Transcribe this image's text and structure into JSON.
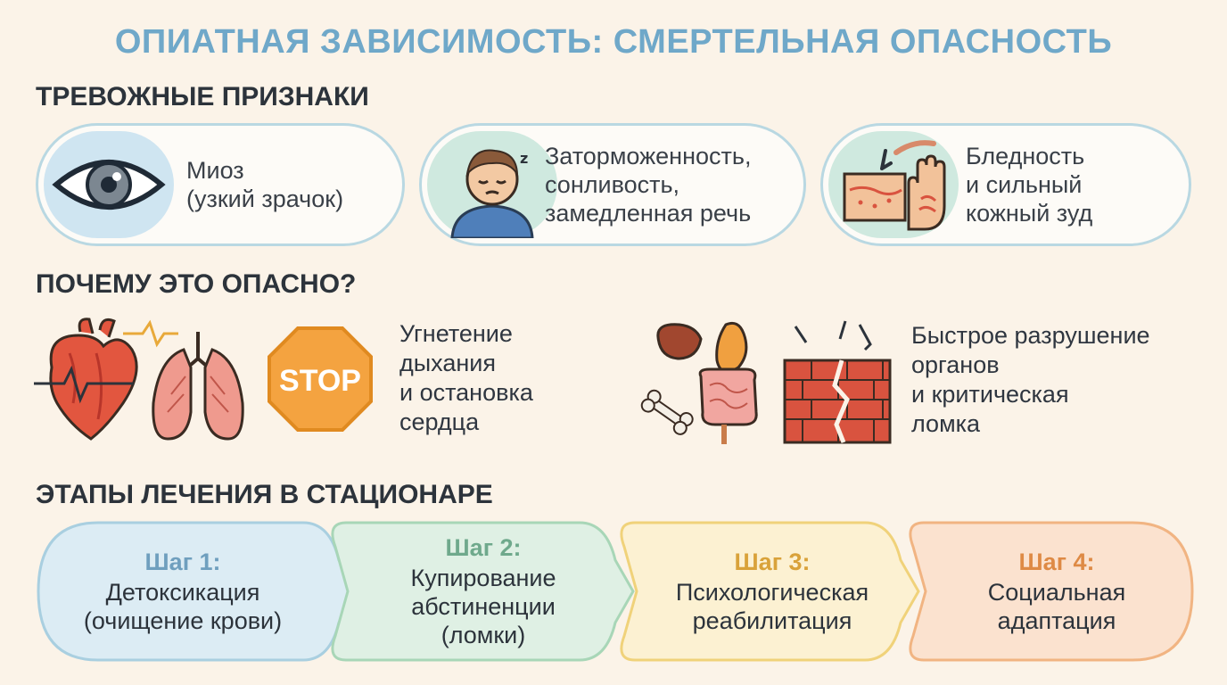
{
  "title": "ОПИАТНАЯ ЗАВИСИМОСТЬ: СМЕРТЕЛЬНАЯ ОПАСНОСТЬ",
  "sections": {
    "signs": "ТРЕВОЖНЫЕ ПРИЗНАКИ",
    "danger": "ПОЧЕМУ ЭТО ОПАСНО?",
    "treatment": "ЭТАПЫ ЛЕЧЕНИЯ В СТАЦИОНАРЕ"
  },
  "signs": [
    {
      "lines": [
        "Миоз",
        "(узкий зрачок)"
      ],
      "icon": "eye-icon"
    },
    {
      "lines": [
        "Заторможенность,",
        "сонливость,",
        "замедленная речь"
      ],
      "icon": "sleepy-person-icon"
    },
    {
      "lines": [
        "Бледность",
        "и сильный",
        "кожный зуд"
      ],
      "icon": "itchy-skin-icon"
    }
  ],
  "danger": [
    {
      "lines": [
        "Угнетение",
        "дыхания",
        "и остановка",
        "сердца"
      ],
      "icons": [
        "heart-icon",
        "lungs-icon",
        "stop-sign-icon"
      ]
    },
    {
      "lines": [
        "Быстрое разрушение",
        "органов",
        "и критическая",
        "ломка"
      ],
      "icons": [
        "organs-icon",
        "crumbling-wall-icon"
      ]
    }
  ],
  "stop_text": "STOP",
  "steps": [
    {
      "label": "Шаг 1:",
      "lines": [
        "Детоксикация",
        "(очищение крови)"
      ],
      "color": "#6f9fbe",
      "fill": "#dcecf4",
      "stroke": "#a9cfe0"
    },
    {
      "label": "Шаг 2:",
      "lines": [
        "Купирование",
        "абстиненции",
        "(ломки)"
      ],
      "color": "#6fa98c",
      "fill": "#dff0e4",
      "stroke": "#a8d6b7"
    },
    {
      "label": "Шаг 3:",
      "lines": [
        "Психологическая",
        "реабилитация"
      ],
      "color": "#d9a23a",
      "fill": "#fcf1d2",
      "stroke": "#f0d27a"
    },
    {
      "label": "Шаг 4:",
      "lines": [
        "Социальная",
        "адаптация"
      ],
      "color": "#de8a45",
      "fill": "#fbe2cf",
      "stroke": "#f1b482"
    }
  ],
  "colors": {
    "background": "#fbf3e8",
    "title": "#6fa8c9",
    "pill_border": "#b9d8e2"
  }
}
